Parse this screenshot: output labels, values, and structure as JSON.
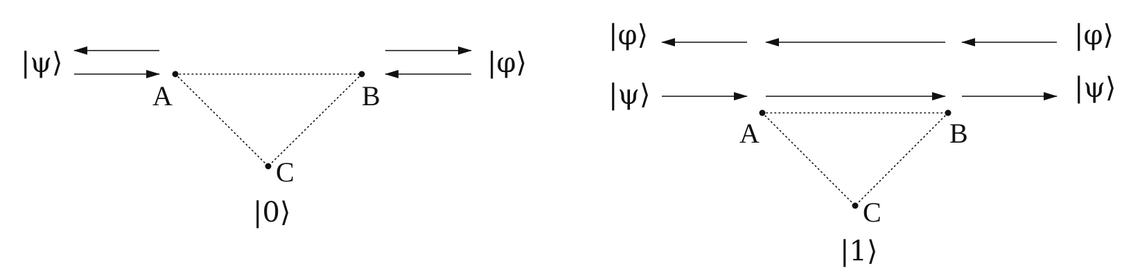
{
  "left_diagram": {
    "nodes": {
      "a": "A",
      "b": "B",
      "c": "C"
    },
    "kets": {
      "left": "|ψ⟩",
      "right": "|φ⟩",
      "bottom": "|0⟩"
    }
  },
  "right_diagram": {
    "nodes": {
      "a": "A",
      "b": "B",
      "c": "C"
    },
    "kets": {
      "top_left": "|φ⟩",
      "top_right": "|φ⟩",
      "mid_left": "|ψ⟩",
      "mid_right": "|ψ⟩",
      "bottom": "|1⟩"
    }
  }
}
